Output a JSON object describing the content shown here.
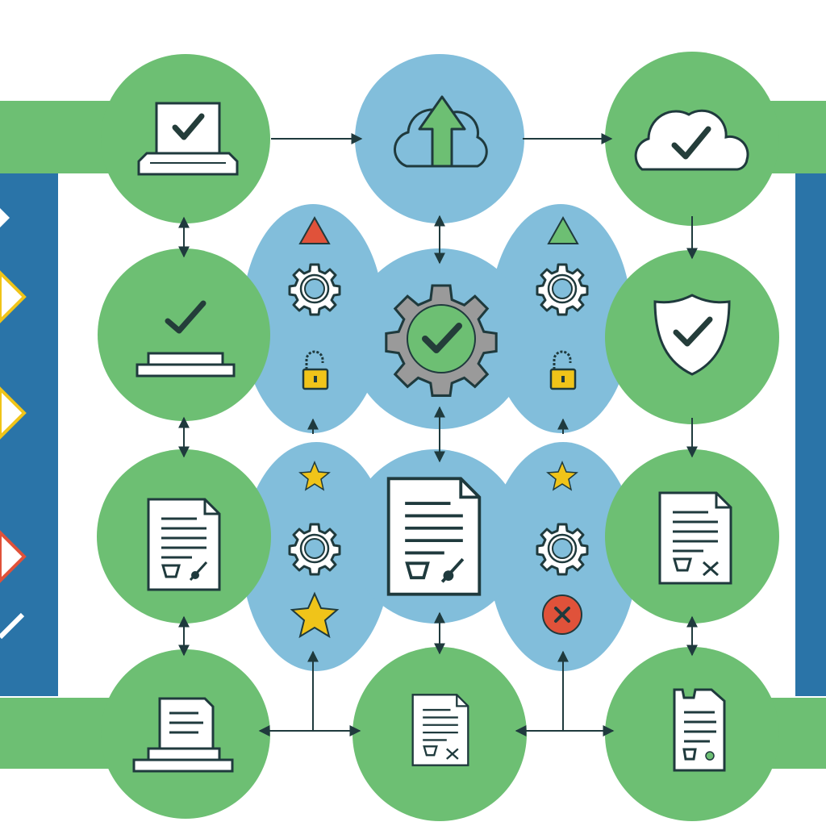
{
  "colors": {
    "green": "#6dbf73",
    "blue": "#82bedb",
    "bar_blue": "#2a74a8",
    "ink": "#1f3a3d",
    "check": "#243d3a",
    "gear_gray": "#9a9a9a",
    "red": "#e0523a",
    "yellow": "#f0c419",
    "white": "#ffffff"
  },
  "diagram": {
    "nodes": [
      {
        "id": "laptop-check",
        "shape": "green-circle",
        "icon": "laptop-check-icon"
      },
      {
        "id": "cloud-upload",
        "shape": "blue-circle",
        "icon": "cloud-upload-icon"
      },
      {
        "id": "cloud-check",
        "shape": "green-circle",
        "icon": "cloud-check-icon"
      },
      {
        "id": "platform-check",
        "shape": "green-circle",
        "icon": "platform-check-icon"
      },
      {
        "id": "gear-check",
        "shape": "blue-hub",
        "icon": "gear-check-icon"
      },
      {
        "id": "shield-check",
        "shape": "green-circle",
        "icon": "shield-check-icon"
      },
      {
        "id": "document-signed-left",
        "shape": "green-circle",
        "icon": "document-sign-icon"
      },
      {
        "id": "document-center",
        "shape": "blue-hub",
        "icon": "document-sign-icon"
      },
      {
        "id": "document-rejected-right",
        "shape": "green-circle",
        "icon": "document-reject-icon"
      },
      {
        "id": "document-on-stack",
        "shape": "green-circle",
        "icon": "document-stack-icon"
      },
      {
        "id": "document-small-reject",
        "shape": "green-circle",
        "icon": "document-reject-icon"
      },
      {
        "id": "document-receipt",
        "shape": "green-circle",
        "icon": "receipt-icon"
      }
    ],
    "cluster_icons": [
      "warning-triangle-red-icon",
      "gear-icon",
      "unlocked-padlock-icon",
      "warning-triangle-green-icon",
      "gear-icon",
      "unlocked-padlock-icon",
      "star-icon",
      "gear-icon",
      "star-large-icon",
      "star-icon",
      "gear-icon",
      "reject-badge-icon"
    ],
    "connectors": [
      {
        "from": "laptop-check",
        "to": "cloud-upload",
        "dir": "forward"
      },
      {
        "from": "cloud-upload",
        "to": "cloud-check",
        "dir": "forward"
      },
      {
        "from": "laptop-check",
        "to": "platform-check",
        "dir": "both"
      },
      {
        "from": "cloud-upload",
        "to": "gear-check",
        "dir": "both"
      },
      {
        "from": "cloud-check",
        "to": "shield-check",
        "dir": "forward"
      },
      {
        "from": "platform-check",
        "to": "document-signed-left",
        "dir": "both"
      },
      {
        "from": "gear-check",
        "to": "document-center",
        "dir": "both"
      },
      {
        "from": "shield-check",
        "to": "document-rejected-right",
        "dir": "forward"
      },
      {
        "from": "document-signed-left",
        "to": "document-on-stack",
        "dir": "both"
      },
      {
        "from": "document-center",
        "to": "document-small-reject",
        "dir": "both"
      },
      {
        "from": "document-rejected-right",
        "to": "document-receipt",
        "dir": "both"
      },
      {
        "from": "document-on-stack",
        "to": "document-small-reject",
        "dir": "both"
      },
      {
        "from": "document-small-reject",
        "to": "document-receipt",
        "dir": "both"
      }
    ]
  }
}
